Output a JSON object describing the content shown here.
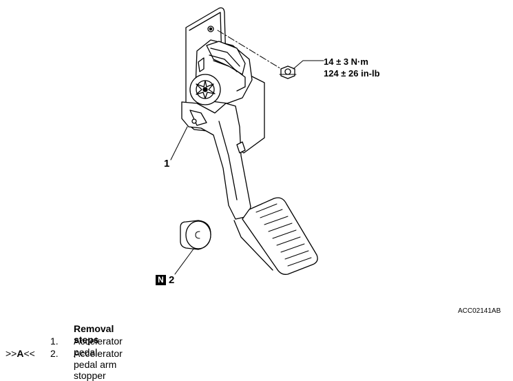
{
  "illustration": {
    "callouts": {
      "item1": "1",
      "item2": "2"
    },
    "service_badge": "N",
    "torque": {
      "metric": "14 ± 3 N·m",
      "imperial": "124 ± 26 in-lb"
    },
    "figure_code": "ACC02141AB"
  },
  "steps": {
    "heading": "Removal steps",
    "items": [
      {
        "number": "1.",
        "label": "Accelerator pedal",
        "mark_prefix": "",
        "mark_letter": "",
        "mark_suffix": ""
      },
      {
        "number": "2.",
        "label": "Accelerator pedal arm stopper",
        "mark_prefix": ">>",
        "mark_letter": "A",
        "mark_suffix": "<<"
      }
    ]
  }
}
